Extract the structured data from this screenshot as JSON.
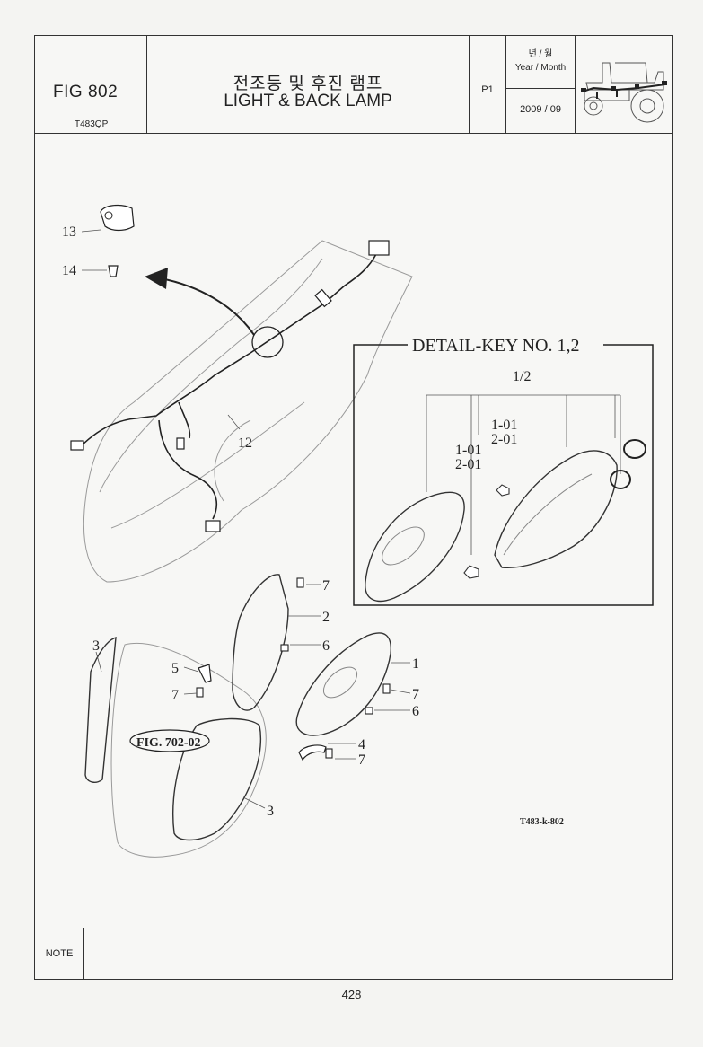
{
  "header": {
    "fig_number": "FIG 802",
    "model_code": "T483QP",
    "title_korean": "전조등 및 후진 램프",
    "title_english": "LIGHT & BACK LAMP",
    "page_code": "P1",
    "year_month_korean": "년 / 월",
    "year_month_english": "Year / Month",
    "date": "2009  / 09"
  },
  "drawing": {
    "detail_title": "DETAIL-KEY NO. 1,2",
    "detail_group_label": "1/2",
    "detail_sub_a1": "1-01",
    "detail_sub_a2": "2-01",
    "detail_sub_b1": "1-01",
    "detail_sub_b2": "2-01",
    "fig_reference": "FIG. 702-02",
    "drawing_code": "T483-k-802",
    "callouts": {
      "c13": "13",
      "c14": "14",
      "c12": "12",
      "c7a": "7",
      "c2": "2",
      "c6a": "6",
      "c3a": "3",
      "c5": "5",
      "c7b": "7",
      "c1": "1",
      "c7c": "7",
      "c6b": "6",
      "c4": "4",
      "c7d": "7",
      "c3b": "3"
    }
  },
  "footer": {
    "note_label": "NOTE",
    "page_number": "428"
  }
}
